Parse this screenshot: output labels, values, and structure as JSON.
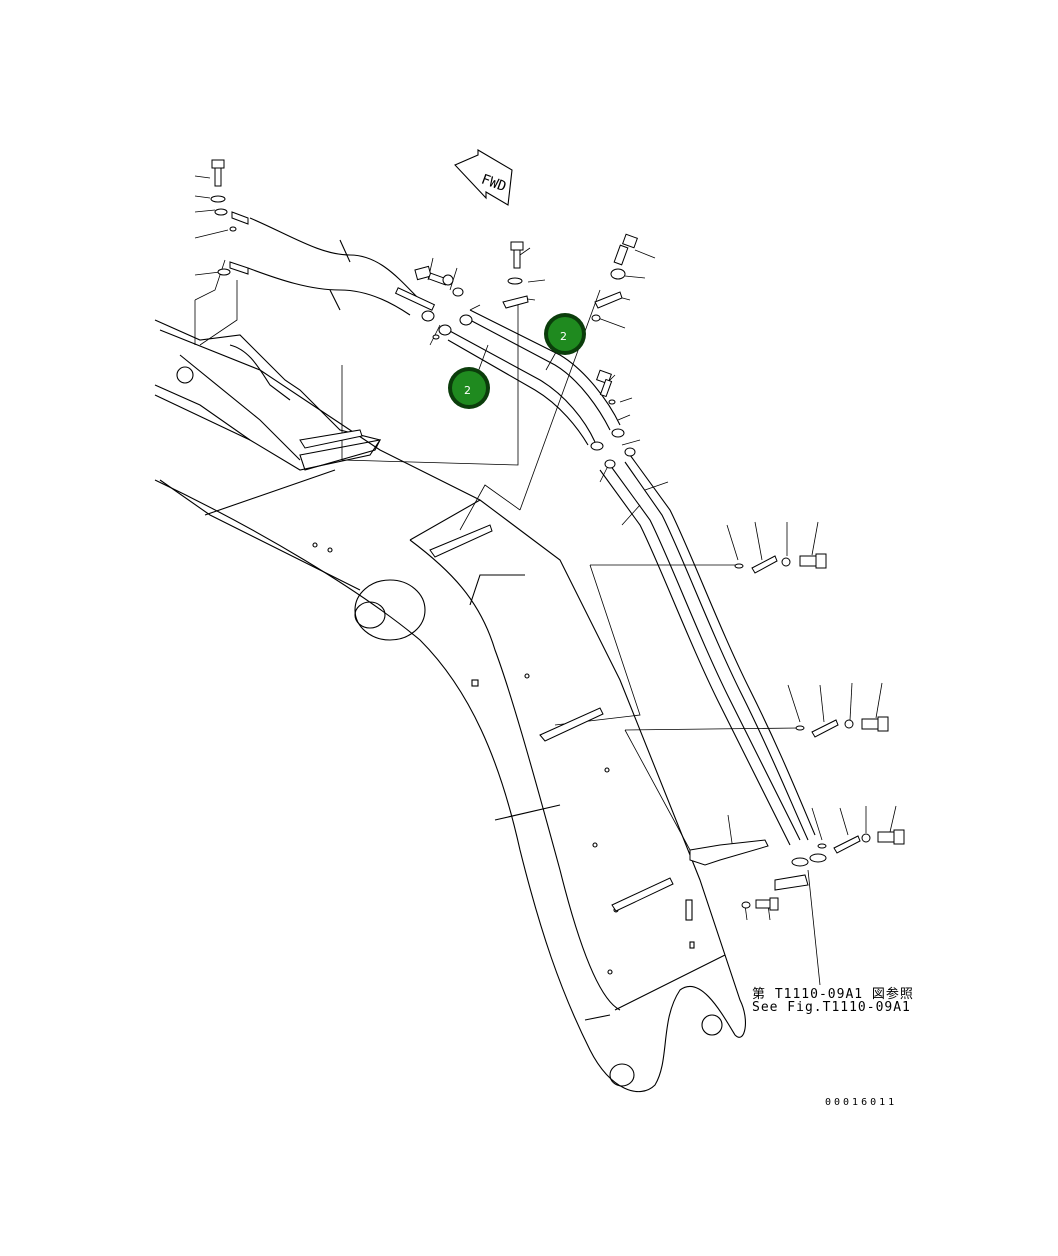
{
  "diagram": {
    "direction_label": "FWD",
    "callouts": [
      {
        "label": "2",
        "color": "#1f8a1f"
      },
      {
        "label": "2",
        "color": "#1f8a1f"
      }
    ],
    "reference_ja": "第 T1110-09A1 図参照",
    "reference_en": "See Fig.T1110-09A1",
    "figure_number": "00016011"
  }
}
